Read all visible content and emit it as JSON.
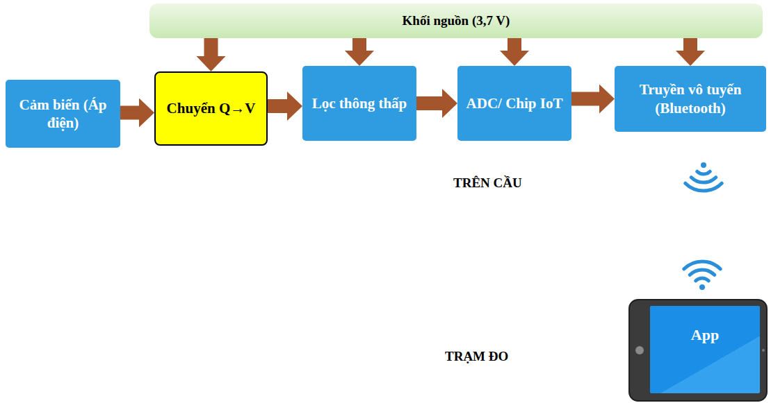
{
  "diagram": {
    "nodes": [
      {
        "text": [
          "Khối nguồn (3,7 V)"
        ]
      },
      {
        "text": [
          "Cảm biến (Áp điện)"
        ]
      },
      {
        "text": [
          "Chuyển Q→V"
        ]
      },
      {
        "text": [
          "Lọc thông thấp"
        ]
      },
      {
        "text": [
          "ADC/ Chip IoT"
        ]
      },
      {
        "text": [
          "Truyền vô tuyến (Bluetooth)"
        ]
      },
      {
        "text": [
          "App"
        ]
      }
    ],
    "edges": [
      {
        "from": 0,
        "to": 2,
        "arrow": "to"
      },
      {
        "from": 0,
        "to": 3,
        "arrow": "to"
      },
      {
        "from": 0,
        "to": 4,
        "arrow": "to"
      },
      {
        "from": 0,
        "to": 5,
        "arrow": "to"
      },
      {
        "from": 1,
        "to": 2,
        "arrow": "to"
      },
      {
        "from": 2,
        "to": 3,
        "arrow": "to"
      },
      {
        "from": 3,
        "to": 4,
        "arrow": "to"
      },
      {
        "from": 4,
        "to": 5,
        "arrow": "to"
      }
    ],
    "labels": [
      "TRÊN CẦU",
      "TRẠM ĐO"
    ]
  }
}
